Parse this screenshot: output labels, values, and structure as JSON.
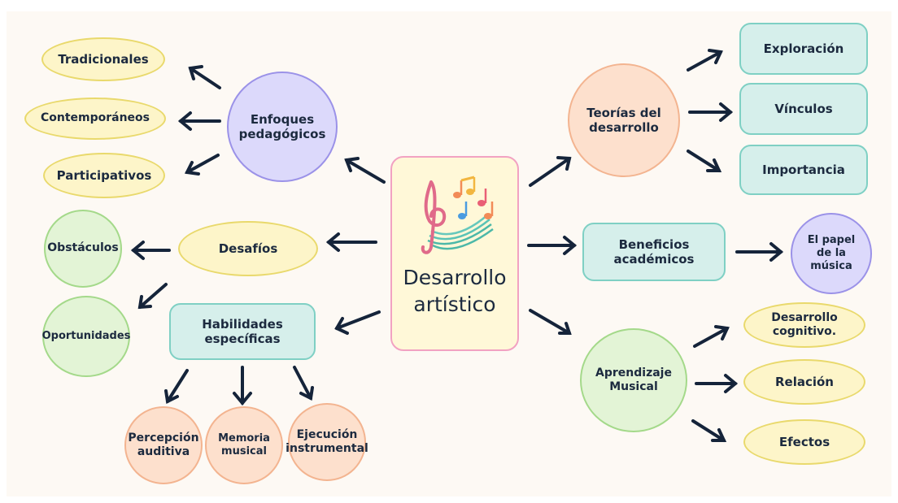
{
  "center": {
    "line1": "Desarrollo",
    "line2": "artístico",
    "icon": "music-notes-icon"
  },
  "left": {
    "enfoques": {
      "line1": "Enfoques",
      "line2": "pedagógicos",
      "children": [
        "Tradicionales",
        "Contemporáneos",
        "Participativos"
      ]
    },
    "desafios": {
      "label": "Desafíos",
      "children": [
        "Obstáculos",
        "Oportunidades"
      ]
    },
    "habilidades": {
      "line1": "Habilidades",
      "line2": "específicas",
      "children": [
        {
          "line1": "Percepción",
          "line2": "auditiva"
        },
        {
          "line1": "Memoria",
          "line2": "musical"
        },
        {
          "line1": "Ejecución",
          "line2": "instrumental"
        }
      ]
    }
  },
  "right": {
    "teorias": {
      "line1": "Teorías del",
      "line2": "desarrollo",
      "children": [
        "Exploración",
        "Vínculos",
        "Importancia"
      ]
    },
    "beneficios": {
      "line1": "Beneficios",
      "line2": "académicos",
      "child": {
        "line1": "El papel",
        "line2": "de la",
        "line3": "música"
      }
    },
    "aprendizaje": {
      "line1": "Aprendizaje",
      "line2": "Musical",
      "children": [
        {
          "line1": "Desarrollo",
          "line2": "cognitivo."
        },
        {
          "line1": "Relación",
          "line2": ""
        },
        {
          "line1": "Efectos",
          "line2": ""
        }
      ]
    }
  },
  "colors": {
    "ink": "#15243a",
    "yellow": "#fdf5c9",
    "purple": "#dcd9fb",
    "peach": "#fde0cd",
    "teal": "#d6efeb",
    "green": "#e3f4d6",
    "center_border": "#f2a2c2"
  }
}
